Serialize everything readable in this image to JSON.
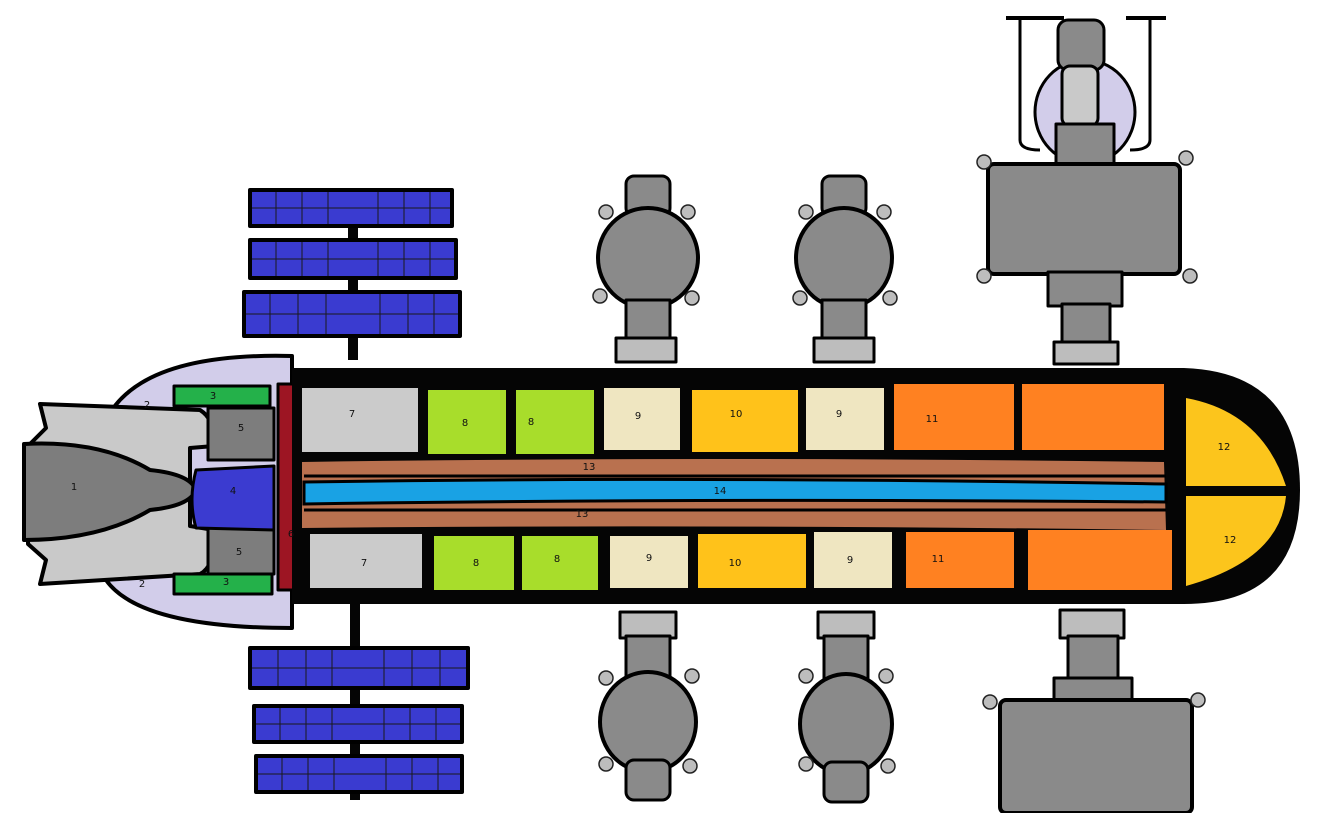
{
  "colors": {
    "hull": "#050505",
    "engine_gray": "#7d7d7d",
    "nozzle_light": "#c9c9c9",
    "lavender": "#d2cdea",
    "tank_green": "#24b14a",
    "reactor_blue": "#3b3bd0",
    "bulkhead_red": "#9d1523",
    "light_gray": "#cbcbcb",
    "lime": "#a8dd2b",
    "beige": "#efe6c1",
    "amber": "#ffc21a",
    "orange": "#ff8121",
    "yellow": "#fcc51c",
    "brown": "#b9714f",
    "cyan": "#19a2e4",
    "solar_blue": "#3a3bd0",
    "module_gray": "#8a8a8a",
    "docking_gray": "#bdbdbd"
  },
  "labels": {
    "l1": "1",
    "l2a": "2",
    "l2b": "2",
    "l3a": "3",
    "l3b": "3",
    "l4": "4",
    "l5a": "5",
    "l5b": "5",
    "l6": "6",
    "l7a": "7",
    "l7b": "7",
    "l8a": "8",
    "l8b": "8",
    "l8c": "8",
    "l8d": "8",
    "l9a": "9",
    "l9b": "9",
    "l9c": "9",
    "l9d": "9",
    "l10a": "10",
    "l10b": "10",
    "l11a": "11",
    "l11b": "11",
    "l12a": "12",
    "l12b": "12",
    "l13a": "13",
    "l13b": "13",
    "l14": "14"
  }
}
